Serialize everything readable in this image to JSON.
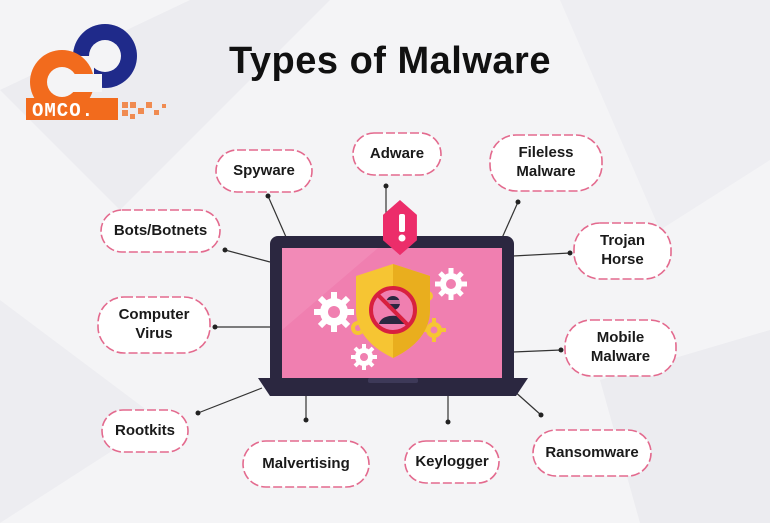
{
  "title": "Types of Malware",
  "logo": {
    "text": "OMCO.",
    "orange": "#f26b1d",
    "navy": "#1f2a8a"
  },
  "colors": {
    "screen": "#f07fb0",
    "bezel": "#2b2740",
    "warn": "#ec2d6a",
    "shield": "#f6c533",
    "cloud_stroke": "#e36a8e"
  },
  "nodes": [
    {
      "id": "spyware",
      "label": "Spyware"
    },
    {
      "id": "adware",
      "label": "Adware"
    },
    {
      "id": "fileless",
      "label": "Fileless\nMalware"
    },
    {
      "id": "bots",
      "label": "Bots/Botnets"
    },
    {
      "id": "trojan",
      "label": "Trojan\nHorse"
    },
    {
      "id": "virus",
      "label": "Computer\nVirus"
    },
    {
      "id": "mobile",
      "label": "Mobile\nMalware"
    },
    {
      "id": "rootkits",
      "label": "Rootkits"
    },
    {
      "id": "malvertising",
      "label": "Malvertising"
    },
    {
      "id": "keylogger",
      "label": "Keylogger"
    },
    {
      "id": "ransomware",
      "label": "Ransomware"
    }
  ]
}
